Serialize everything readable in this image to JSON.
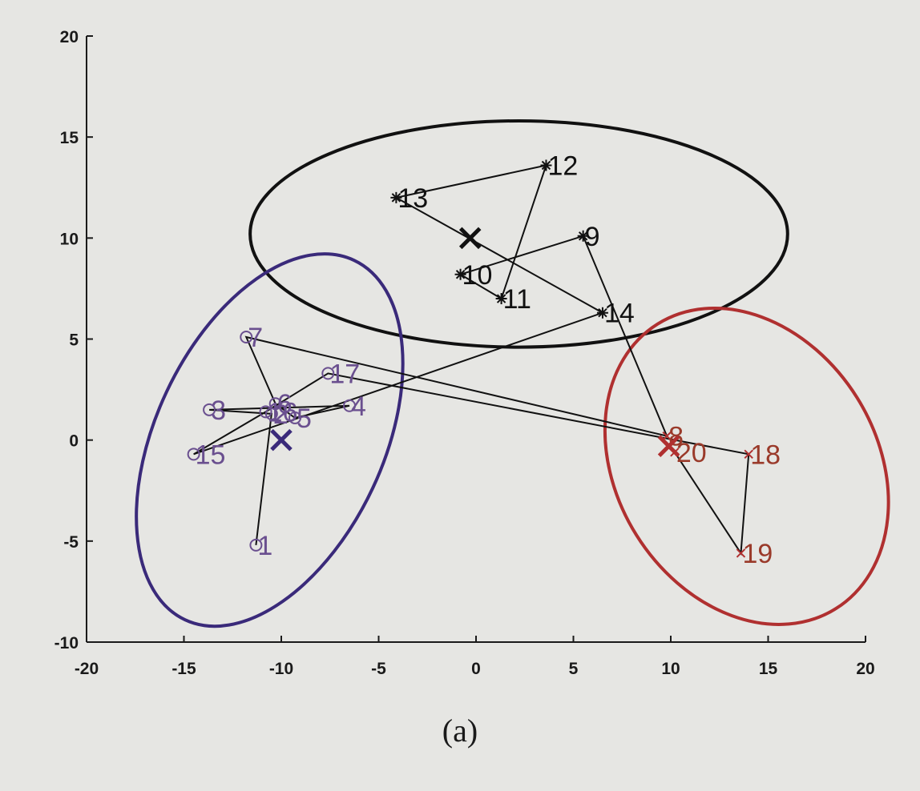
{
  "chart_data": {
    "type": "scatter",
    "title": "",
    "caption": "(a)",
    "xlabel": "",
    "ylabel": "",
    "xlim": [
      -20,
      20
    ],
    "ylim": [
      -10,
      20
    ],
    "x_ticks": [
      "-20",
      "-15",
      "-10",
      "-5",
      "0",
      "5",
      "10",
      "15",
      "20"
    ],
    "y_ticks": [
      "-10",
      "-5",
      "0",
      "5",
      "10",
      "15",
      "20"
    ],
    "x_tick_values": [
      -20,
      -15,
      -10,
      -5,
      0,
      5,
      10,
      15,
      20
    ],
    "y_tick_values": [
      -10,
      -5,
      0,
      5,
      10,
      15,
      20
    ],
    "grid": false,
    "colors": {
      "purple": "#3a2a7a",
      "purple_marker": "#6a4f8f",
      "red": "#b03030",
      "red_label": "#9a3a2a",
      "black": "#111111"
    },
    "points": [
      {
        "label": "1",
        "x": -11.3,
        "y": -5.2,
        "cluster": "purple",
        "marker": "o"
      },
      {
        "label": "2",
        "x": -10.5,
        "y": 1.3,
        "cluster": "purple",
        "marker": "o"
      },
      {
        "label": "3",
        "x": -13.7,
        "y": 1.5,
        "cluster": "purple",
        "marker": "o"
      },
      {
        "label": "4",
        "x": -6.5,
        "y": 1.7,
        "cluster": "purple",
        "marker": "o"
      },
      {
        "label": "5",
        "x": -9.3,
        "y": 1.1,
        "cluster": "purple",
        "marker": "o"
      },
      {
        "label": "6",
        "x": -10.3,
        "y": 1.8,
        "cluster": "purple",
        "marker": "o"
      },
      {
        "label": "7",
        "x": -11.8,
        "y": 5.1,
        "cluster": "purple",
        "marker": "o"
      },
      {
        "label": "8",
        "x": 9.8,
        "y": 0.2,
        "cluster": "red",
        "marker": "x"
      },
      {
        "label": "9",
        "x": 5.5,
        "y": 10.1,
        "cluster": "black",
        "marker": "*"
      },
      {
        "label": "10",
        "x": -0.8,
        "y": 8.2,
        "cluster": "black",
        "marker": "*"
      },
      {
        "label": "11",
        "x": 1.3,
        "y": 7.0,
        "cluster": "black",
        "marker": "*"
      },
      {
        "label": "12",
        "x": 3.6,
        "y": 13.6,
        "cluster": "black",
        "marker": "*"
      },
      {
        "label": "13",
        "x": -4.1,
        "y": 12.0,
        "cluster": "black",
        "marker": "*"
      },
      {
        "label": "14",
        "x": 6.5,
        "y": 6.3,
        "cluster": "black",
        "marker": "*"
      },
      {
        "label": "15",
        "x": -14.5,
        "y": -0.7,
        "cluster": "purple",
        "marker": "o"
      },
      {
        "label": "16",
        "x": -10.8,
        "y": 1.4,
        "cluster": "purple",
        "marker": "o"
      },
      {
        "label": "17",
        "x": -7.6,
        "y": 3.3,
        "cluster": "purple",
        "marker": "o"
      },
      {
        "label": "18",
        "x": 14.0,
        "y": -0.7,
        "cluster": "red",
        "marker": "x"
      },
      {
        "label": "19",
        "x": 13.6,
        "y": -5.6,
        "cluster": "red",
        "marker": "x"
      },
      {
        "label": "20",
        "x": 10.2,
        "y": -0.6,
        "cluster": "red",
        "marker": "x"
      }
    ],
    "path_order": [
      "1",
      "2",
      "3",
      "4",
      "5",
      "6",
      "7",
      "8",
      "9",
      "10",
      "11",
      "12",
      "13",
      "14",
      "15",
      "16",
      "17",
      "18",
      "19",
      "20"
    ],
    "centers": [
      {
        "cluster": "purple",
        "x": -10.0,
        "y": 0.0
      },
      {
        "cluster": "black",
        "x": -0.3,
        "y": 10.0
      },
      {
        "cluster": "red",
        "x": 9.9,
        "y": -0.3
      }
    ],
    "ellipses": [
      {
        "cluster": "black",
        "cx": 2.2,
        "cy": 10.2,
        "rx": 13.8,
        "ry": 5.6,
        "angle_deg": 0
      },
      {
        "cluster": "purple",
        "cx": -10.6,
        "cy": 0.0,
        "rx": 9.9,
        "ry": 5.8,
        "angle_deg": 64
      },
      {
        "cluster": "red",
        "cx": 13.9,
        "cy": -1.3,
        "rx": 8.4,
        "ry": 6.6,
        "angle_deg": -57
      }
    ]
  }
}
